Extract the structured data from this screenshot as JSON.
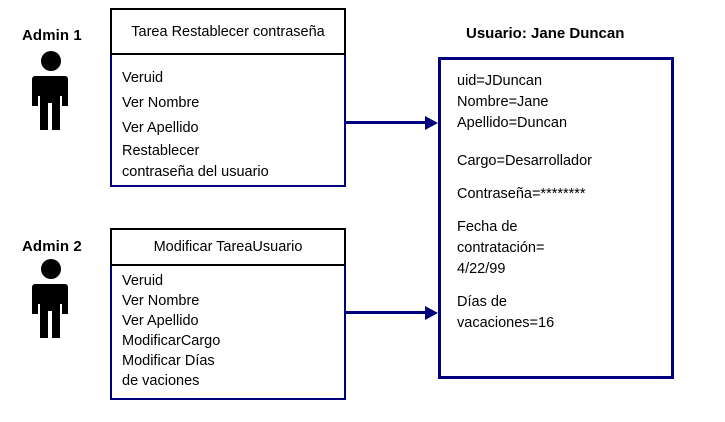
{
  "diagram": {
    "title_color": "#000000",
    "accent_color": "#00007f"
  },
  "actors": [
    {
      "label": "Admin 1",
      "icon": "person-icon"
    },
    {
      "label": "Admin 2",
      "icon": "person-icon"
    }
  ],
  "tasks": [
    {
      "header": "Tarea Restablecer\ncontraseña",
      "items": [
        "Veruid",
        "Ver Nombre",
        "Ver Apellido",
        "Restablecer\ncontraseña del usuario"
      ]
    },
    {
      "header": "Modificar TareaUsuario",
      "items": [
        "Veruid",
        "Ver Nombre",
        "Ver Apellido",
        "ModificarCargo",
        "Modificar Días\nde vaciones"
      ]
    }
  ],
  "user": {
    "title": "Usuario: Jane Duncan",
    "lines": [
      "uid=JDuncan",
      "Nombre=Jane",
      "Apellido=Duncan",
      "Cargo=Desarrollador",
      "Contraseña=********",
      "Fecha de\ncontratación=\n4/22/99",
      "Días de\nvacaciones=16"
    ]
  },
  "arrows": [
    {
      "name": "arrow-task1-to-user"
    },
    {
      "name": "arrow-task2-to-user"
    }
  ]
}
